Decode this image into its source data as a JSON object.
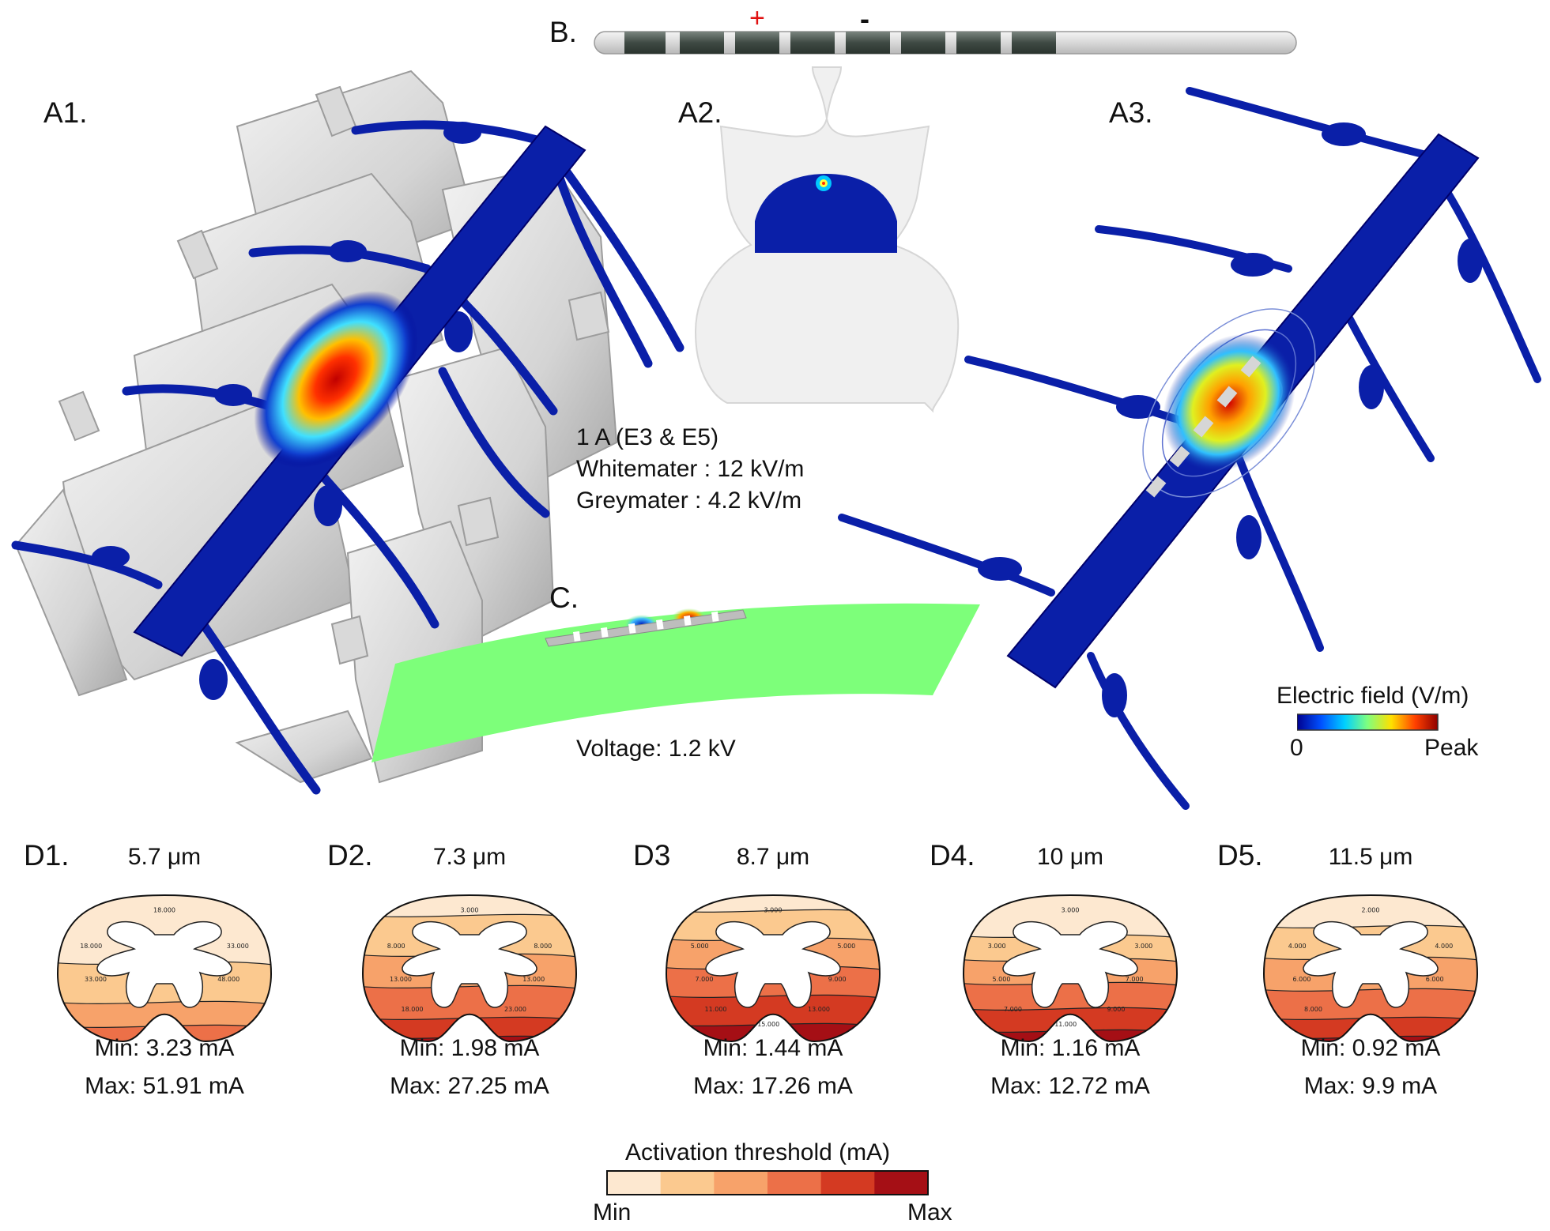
{
  "panels": {
    "A1": "A1.",
    "A2": "A2.",
    "A3": "A3.",
    "B": "B.",
    "C": "C.",
    "D1": "D1.",
    "D2": "D2.",
    "D3": "D3",
    "D4": "D4.",
    "D5": "D5."
  },
  "electrode": {
    "plus": "+",
    "minus": "-"
  },
  "stimulation": {
    "current": "1 A (E3 & E5)",
    "whitematter": "Whitemater : 12 kV/m",
    "greymatter": "Greymater : 4.2 kV/m"
  },
  "voltage": "Voltage: 1.2 kV",
  "efield_colorbar": {
    "title": "Electric field (V/m)",
    "min": "0",
    "max": "Peak",
    "colors": [
      "#00008f",
      "#0050ff",
      "#00d0ff",
      "#7fff7f",
      "#ffe000",
      "#ff4000",
      "#8f0000"
    ]
  },
  "fibers": [
    {
      "diameter": "5.7 μm",
      "min": "Min: 3.23 mA",
      "max": "Max: 51.91 mA",
      "contours": [
        "18.000",
        "18.000",
        "33.000",
        "33.000",
        "48.000"
      ]
    },
    {
      "diameter": "7.3 μm",
      "min": "Min: 1.98 mA",
      "max": "Max: 27.25 mA",
      "contours": [
        "3.000",
        "8.000",
        "8.000",
        "13.000",
        "13.000",
        "18.000",
        "23.000"
      ]
    },
    {
      "diameter": "8.7 μm",
      "min": "Min: 1.44 mA",
      "max": "Max: 17.26 mA",
      "contours": [
        "3.000",
        "5.000",
        "5.000",
        "7.000",
        "9.000",
        "11.000",
        "13.000",
        "15.000"
      ]
    },
    {
      "diameter": "10 μm",
      "min": "Min: 1.16 mA",
      "max": "Max: 12.72 mA",
      "contours": [
        "3.000",
        "3.000",
        "3.000",
        "5.000",
        "7.000",
        "7.000",
        "9.000",
        "11.000"
      ]
    },
    {
      "diameter": "11.5 μm",
      "min": "Min: 0.92 mA",
      "max": "Max: 9.9 mA",
      "contours": [
        "2.000",
        "4.000",
        "4.000",
        "6.000",
        "6.000",
        "8.000"
      ]
    }
  ],
  "threshold_colorbar": {
    "title": "Activation threshold (mA)",
    "min": "Min",
    "max": "Max",
    "colors": [
      "#fde8d0",
      "#fbc98f",
      "#f7a26a",
      "#ec7048",
      "#d43a22",
      "#a50f15"
    ]
  }
}
